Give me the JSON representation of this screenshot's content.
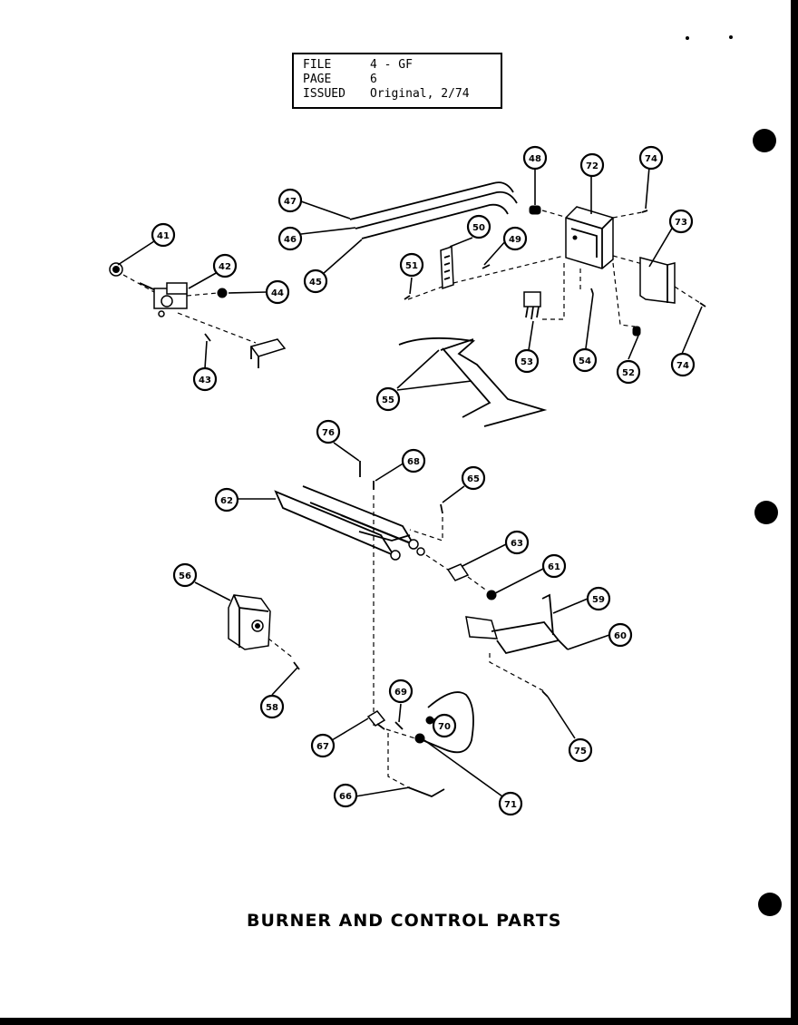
{
  "header": {
    "rows": [
      {
        "key": "FILE",
        "value": "4 - GF"
      },
      {
        "key": "PAGE",
        "value": "6"
      },
      {
        "key": "ISSUED",
        "value": "Original, 2/74"
      }
    ]
  },
  "caption": "BURNER AND CONTROL PARTS",
  "callouts": [
    "41",
    "42",
    "43",
    "44",
    "45",
    "46",
    "47",
    "48",
    "49",
    "50",
    "51",
    "52",
    "53",
    "54",
    "55",
    "56",
    "58",
    "59",
    "60",
    "61",
    "62",
    "63",
    "65",
    "66",
    "67",
    "68",
    "69",
    "70",
    "71",
    "72",
    "73",
    "74",
    "74b",
    "75",
    "76"
  ],
  "callout_labels": {
    "41": "41",
    "42": "42",
    "43": "43",
    "44": "44",
    "45": "45",
    "46": "46",
    "47": "47",
    "48": "48",
    "49": "49",
    "50": "50",
    "51": "51",
    "52": "52",
    "53": "53",
    "54": "54",
    "55": "55",
    "56": "56",
    "58": "58",
    "59": "59",
    "60": "60",
    "61": "61",
    "62": "62",
    "63": "63",
    "65": "65",
    "66": "66",
    "67": "67",
    "68": "68",
    "69": "69",
    "70": "70",
    "71": "71",
    "72": "72",
    "73": "73",
    "74": "74",
    "74b": "74",
    "75": "75",
    "76": "76"
  }
}
